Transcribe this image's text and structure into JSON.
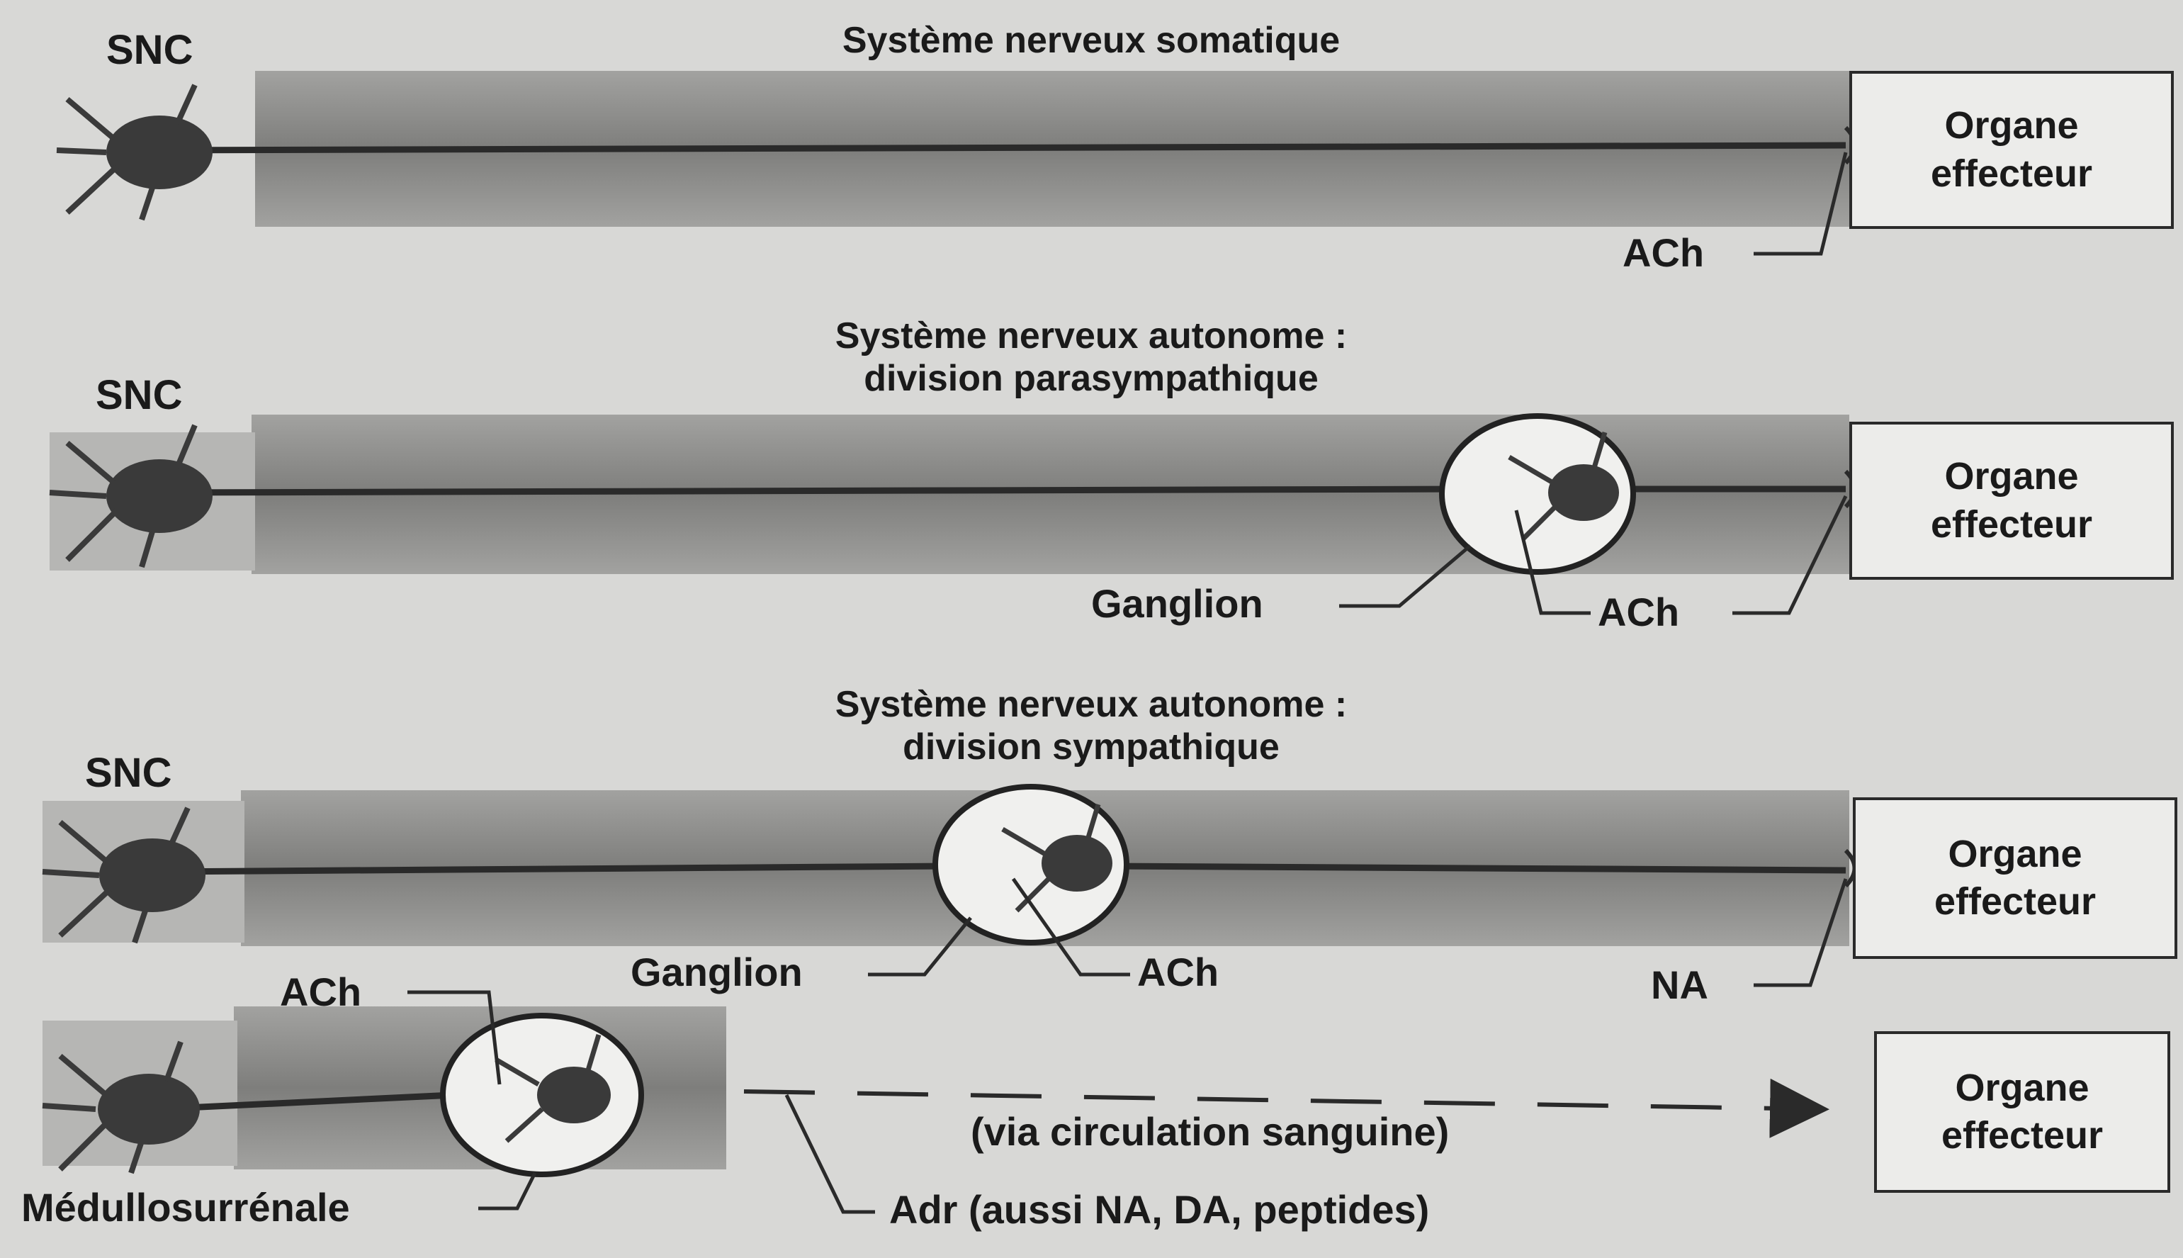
{
  "panels": {
    "somatic": {
      "title": "Système nerveux somatique",
      "cns": "SNC",
      "transmitter": "ACh",
      "effector": "Organe\neffecteur"
    },
    "parasympathetic": {
      "title": "Système nerveux autonome :\ndivision parasympathique",
      "cns": "SNC",
      "ganglion": "Ganglion",
      "ganglion_transmitter": "ACh",
      "effector_transmitter": "ACh",
      "effector": "Organe\neffecteur"
    },
    "sympathetic": {
      "title": "Système nerveux autonome :\ndivision sympathique",
      "cns": "SNC",
      "ganglion": "Ganglion",
      "ganglion_transmitter": "ACh",
      "effector_transmitter": "NA",
      "effector": "Organe\neffecteur"
    },
    "adrenal": {
      "gland": "Médullosurrénale",
      "transmitter": "ACh",
      "route": "(via circulation sanguine)",
      "hormones": "Adr (aussi NA, DA, peptides)",
      "effector": "Organe\neffecteur"
    }
  },
  "colors": {
    "background": "#d8d8d6",
    "nerve_band": "#8c8c8a",
    "axon": "#2a2a2a",
    "neuron": "#3a3a3a"
  }
}
